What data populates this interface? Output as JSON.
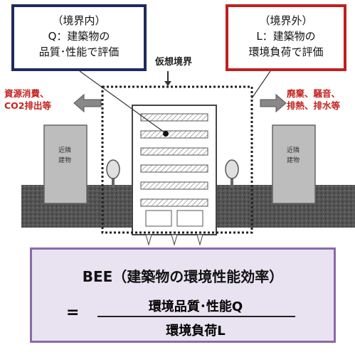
{
  "inner_box": {
    "line1": "（境界内）",
    "line2": "Q：建築物の",
    "line3": "品質･性能で評価"
  },
  "outer_box": {
    "line1": "（境界外）",
    "line2": "L：建築物の",
    "line3": "環境負荷で評価"
  },
  "virtual_boundary_label": "仮想境界",
  "left_note": {
    "line1": "資源消費、",
    "line2": "CO2排出等"
  },
  "right_note": {
    "line1": "廃棄、騒音、",
    "line2": "排熱、排水等"
  },
  "neighbor_left": {
    "line1": "近隣",
    "line2": "建物"
  },
  "neighbor_right": {
    "line1": "近隣",
    "line2": "建物"
  },
  "formula": {
    "title": "BEE（建築物の環境性能効率）",
    "equals": "=",
    "numerator": "環境品質･性能Q",
    "denominator": "環境負荷L"
  },
  "colors": {
    "q_border": "#1f2a5c",
    "l_border": "#c0201f",
    "note_text": "#c4231f",
    "formula_bg": "#e9e3f1",
    "formula_border": "#8a6aa8"
  }
}
